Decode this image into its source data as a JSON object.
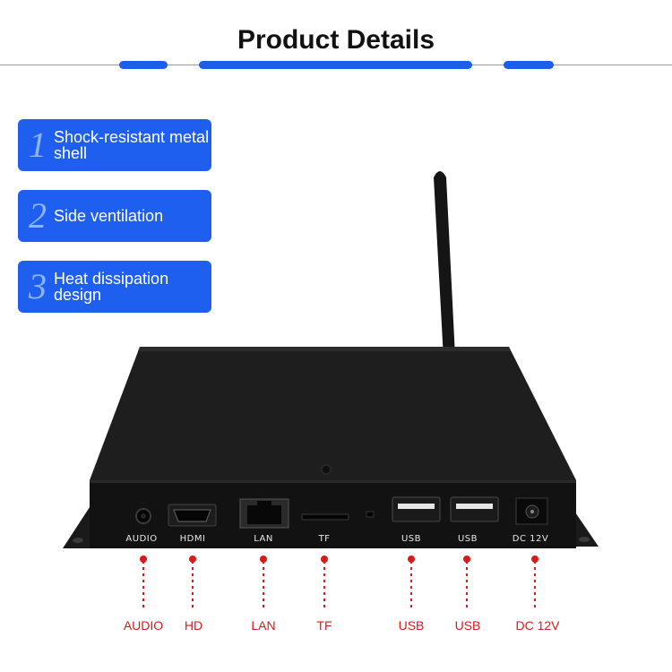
{
  "header": {
    "title": "Product Details"
  },
  "colors": {
    "accent": "#1f5ff0",
    "callout": "#d81a1a",
    "device": "#1c1c1c"
  },
  "features": [
    {
      "number": "1",
      "text_line1": "Shock-resistant metal",
      "text_line2": "shell"
    },
    {
      "number": "2",
      "text_line1": "Side ventilation",
      "text_line2": ""
    },
    {
      "number": "3",
      "text_line1": "Heat dissipation",
      "text_line2": "design"
    }
  ],
  "ports": {
    "printed": [
      "AUDIO",
      "HDMI",
      "LAN",
      "TF",
      "USB",
      "USB",
      "DC 12V"
    ]
  },
  "callouts": [
    "AUDIO",
    "HD",
    "LAN",
    "TF",
    "USB",
    "USB",
    "DC 12V"
  ]
}
